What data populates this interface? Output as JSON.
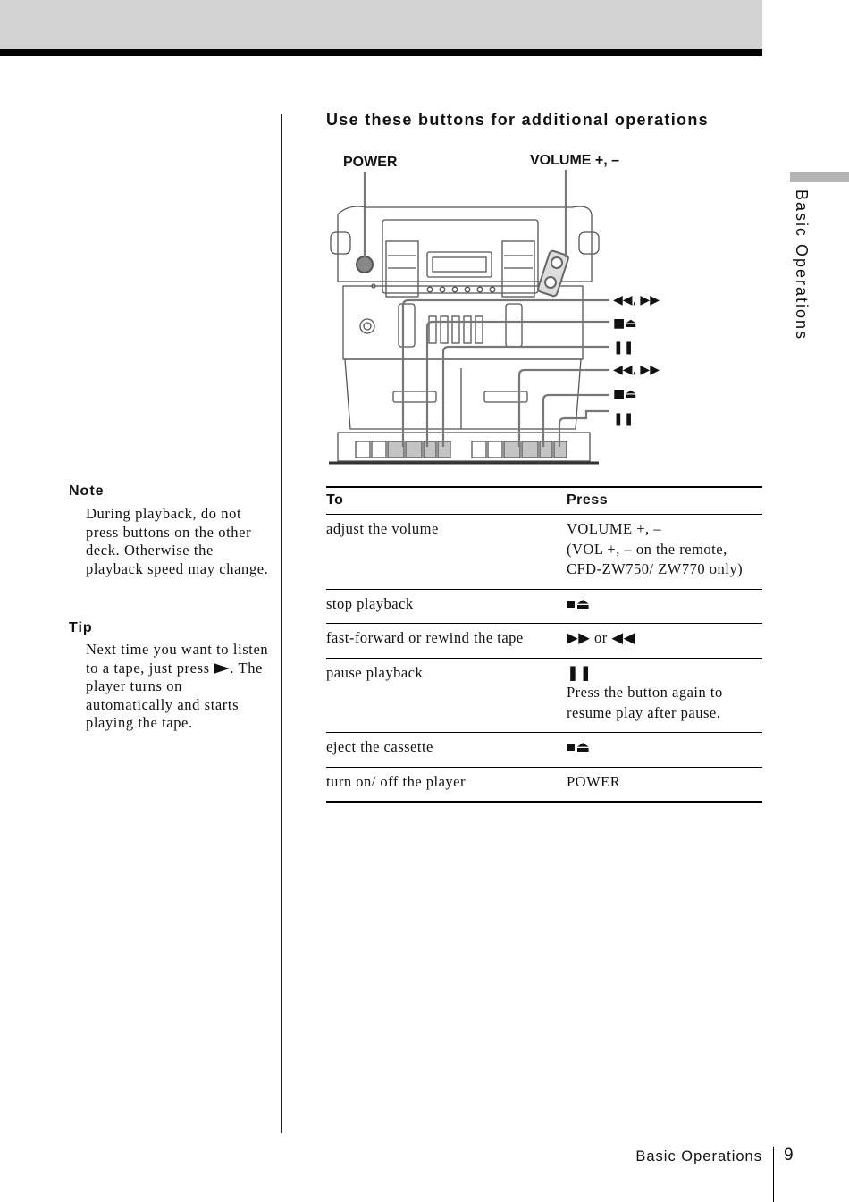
{
  "header": {
    "side_label": "Basic Operations"
  },
  "note": {
    "heading": "Note",
    "body": "During playback, do not press buttons on the other deck. Otherwise the playback speed may change."
  },
  "tip": {
    "heading": "Tip",
    "body_before": "Next time you want to listen to a tape, just press",
    "body_after": ". The player turns on automatically and starts playing the tape."
  },
  "section": {
    "title": "Use these buttons for additional operations"
  },
  "diagram": {
    "labels": {
      "power": "POWER",
      "volume": "VOLUME +, –",
      "deck_a_search": "◀◀, ▶▶",
      "deck_a_stop": "■⏏",
      "deck_a_pause": "❚❚",
      "deck_b_search": "◀◀, ▶▶",
      "deck_b_stop": "■⏏",
      "deck_b_pause": "❚❚"
    }
  },
  "table": {
    "headers": [
      "To",
      "Press"
    ],
    "rows": [
      {
        "to": "adjust the volume",
        "press": [
          "VOLUME +, –",
          "(VOL +, – on the remote,",
          "CFD-ZW750/ ZW770 only)"
        ]
      },
      {
        "to": "stop playback",
        "press": [
          "■⏏"
        ]
      },
      {
        "to": "fast-forward or rewind the tape",
        "press": [
          "▶▶ or ◀◀"
        ]
      },
      {
        "to": "pause playback",
        "press": [
          "❚❚",
          "Press the button again to",
          "resume play after pause."
        ]
      },
      {
        "to": "eject the cassette",
        "press": [
          "■⏏"
        ]
      },
      {
        "to": "turn on/ off the player",
        "press": [
          "POWER"
        ]
      }
    ]
  },
  "footer": {
    "section": "Basic Operations",
    "page": "9"
  }
}
